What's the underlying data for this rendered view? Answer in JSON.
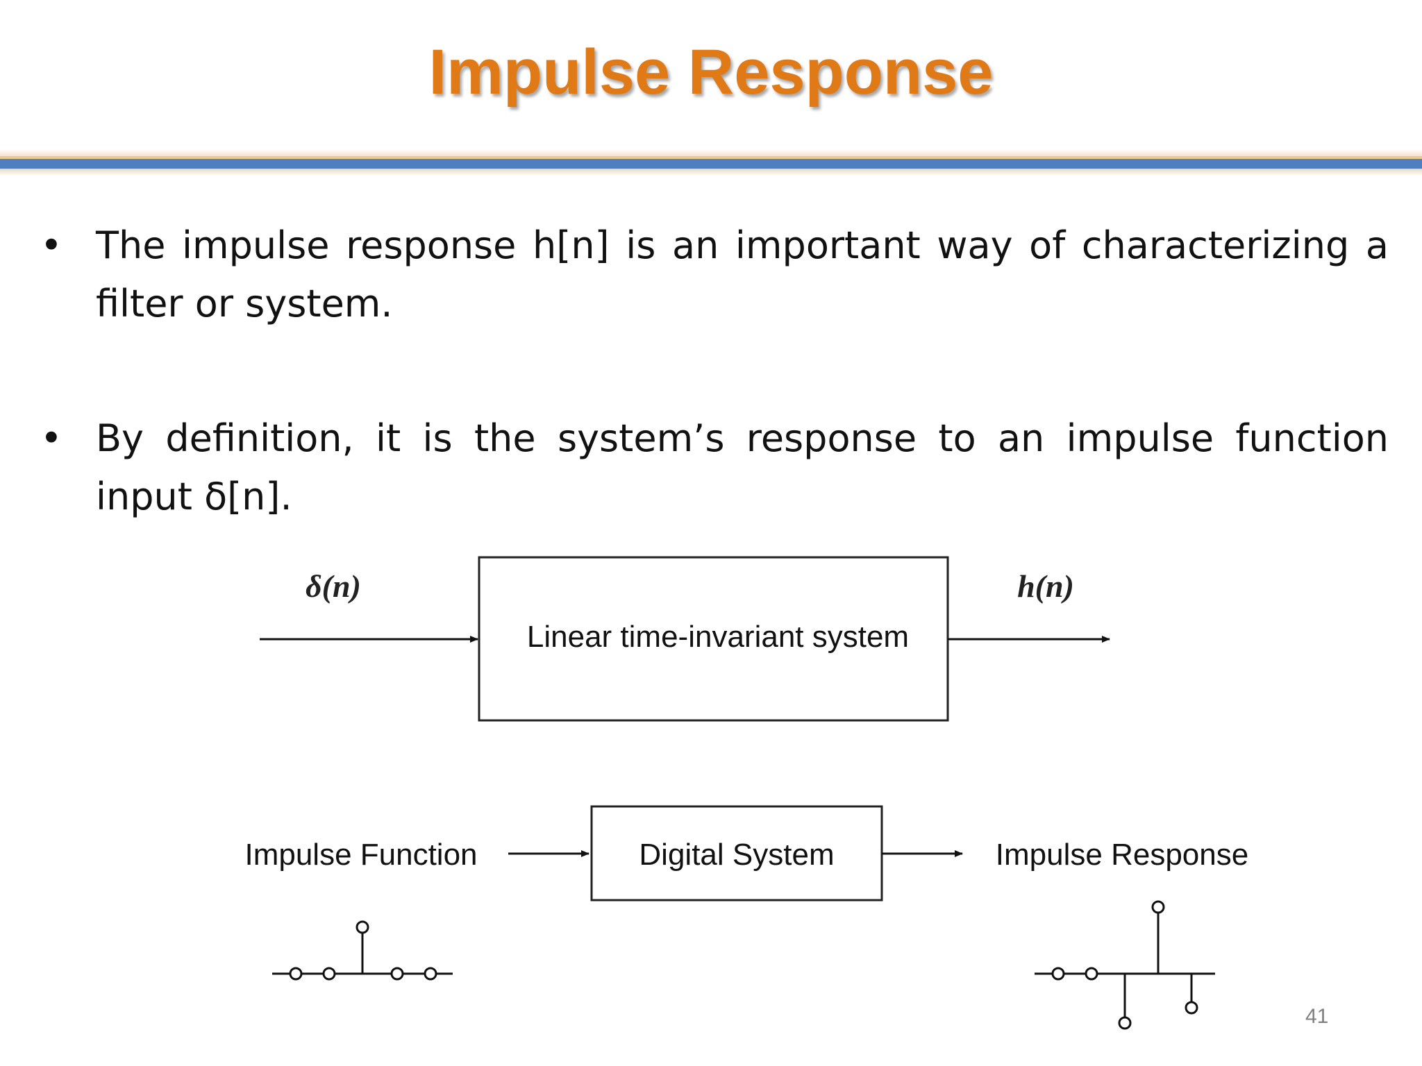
{
  "slide": {
    "title": "Impulse Response",
    "bullets": [
      "The impulse response h[n] is an important way of characterizing a filter or system.",
      "By definition, it is the system’s response to an impulse function input δ[n]."
    ],
    "page_number": "41",
    "colors": {
      "title": "#e07a17",
      "rule_blue": "#4f7fbf",
      "rule_gold": "#e9c894",
      "text": "#111111",
      "page_number": "#7f7f7f"
    }
  },
  "diagram_top": {
    "input_label": "δ(n)",
    "output_label": "h(n)",
    "box_label": "Linear time-invariant system"
  },
  "diagram_bottom": {
    "input_label": "Impulse Function",
    "box_label": "Digital System",
    "output_label": "Impulse Response"
  }
}
